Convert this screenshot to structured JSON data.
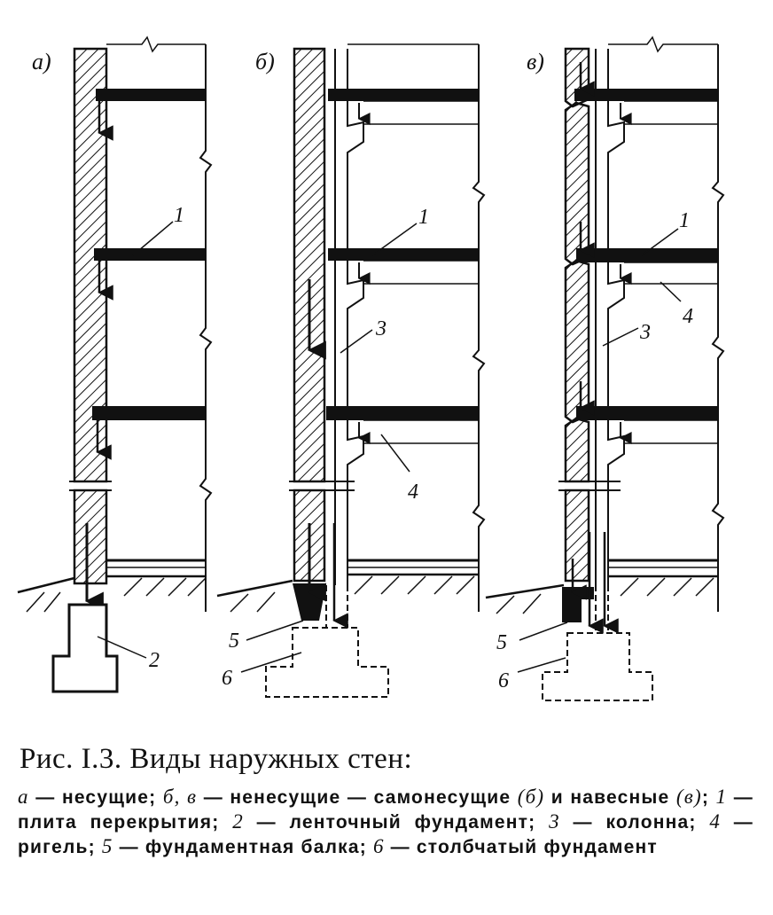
{
  "panels": [
    {
      "letter": "а)",
      "callouts": [
        "1",
        "2"
      ]
    },
    {
      "letter": "б)",
      "callouts": [
        "1",
        "3",
        "4",
        "5",
        "6"
      ]
    },
    {
      "letter": "в)",
      "callouts": [
        "1",
        "4",
        "3",
        "5",
        "6"
      ]
    }
  ],
  "caption": {
    "title": "Рис. I.3. Виды наружных стен:",
    "legend": [
      {
        "key": "а",
        "text": " — несущие; "
      },
      {
        "key": "б, в",
        "text": " — ненесущие — самонесущие "
      },
      {
        "key": "(б)",
        "text": " и навесные "
      },
      {
        "key": "(в)",
        "text": "; "
      },
      {
        "key": "1",
        "text": " — плита перекрытия; "
      },
      {
        "key": "2",
        "text": " — ленточный фундамент; "
      },
      {
        "key": "3",
        "text": " — колонна; "
      },
      {
        "key": "4",
        "text": " — ригель; "
      },
      {
        "key": "5",
        "text": " — фундаментная балка; "
      },
      {
        "key": "6",
        "text": " — столбчатый фундамент"
      }
    ]
  },
  "colors": {
    "ink": "#111111",
    "paper": "#ffffff"
  }
}
